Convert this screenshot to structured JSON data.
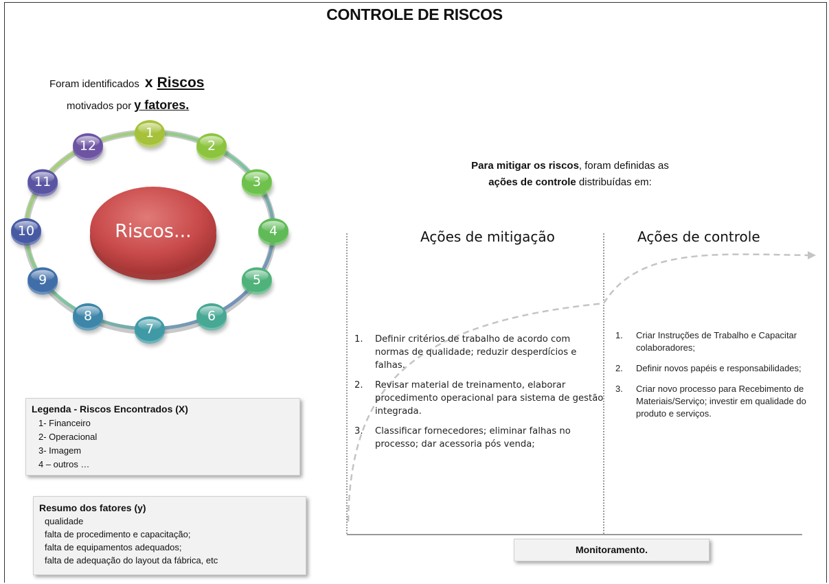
{
  "title": "CONTROLE DE RISCOS",
  "intro": {
    "line1_prefix": "Foram identificados",
    "line1_x": "x",
    "line1_riscos": "Riscos",
    "line2_prefix": "motivados por",
    "line2_fatores": "y fatores."
  },
  "wheel": {
    "center_label": "Riscos...",
    "nodes": [
      "1",
      "2",
      "3",
      "4",
      "5",
      "6",
      "7",
      "8",
      "9",
      "10",
      "11",
      "12"
    ],
    "node_colors": [
      "#a6c13a",
      "#8cc43f",
      "#6ec14c",
      "#5fba57",
      "#4fb27a",
      "#47a894",
      "#3f9aa6",
      "#3d86a9",
      "#3f6ea8",
      "#465aa3",
      "#5a55a3",
      "#6c54a3"
    ],
    "center_color": "#c94a4a"
  },
  "mitigation_intro": {
    "line1_bold": "Para mitigar os riscos",
    "line1_rest": ", foram definidas  as",
    "line2_bold": "ações de controle",
    "line2_rest": " distribuídas em:"
  },
  "columns": {
    "mitigation_title": "Ações de mitigação",
    "control_title": "Ações de controle"
  },
  "mitigation_items": [
    {
      "num": "1.",
      "text": "Definir critérios de trabalho de acordo com normas de qualidade; reduzir desperdícios e falhas."
    },
    {
      "num": "2.",
      "text": "Revisar material de treinamento,  elaborar procedimento operacional para sistema de gestão integrada."
    },
    {
      "num": "3.",
      "text": "Classificar fornecedores;  eliminar falhas no processo; dar acessoria pós venda;"
    }
  ],
  "control_items": [
    {
      "num": "1.",
      "text": "Criar Instruções de Trabalho e Capacitar colaboradores;"
    },
    {
      "num": "2.",
      "text": "Definir novos papéis e responsabilidades;"
    },
    {
      "num": "3.",
      "text": "Criar novo processo para Recebimento de Materiais/Serviço; investir em qualidade do produto e serviços."
    }
  ],
  "legend": {
    "title": "Legenda -   Riscos Encontrados (X)",
    "items": [
      "1-  Financeiro",
      "2-  Operacional",
      "3-  Imagem",
      "4 – outros …"
    ]
  },
  "summary": {
    "title": "Resumo dos fatores (y)",
    "items": [
      "qualidade",
      "falta de procedimento e capacitação;",
      "falta de equipamentos  adequados;",
      "falta de adequação do layout da fábrica,  etc"
    ]
  },
  "monitor_label": "Monitoramento."
}
